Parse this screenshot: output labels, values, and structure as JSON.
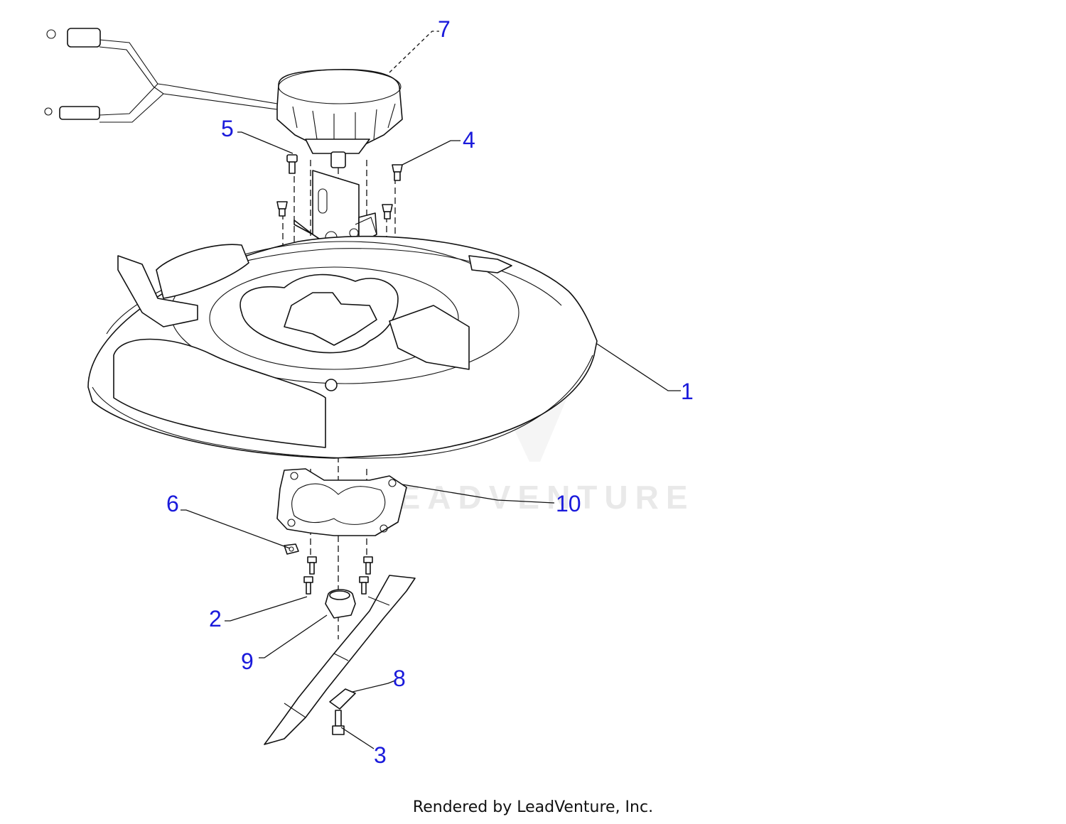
{
  "diagram": {
    "watermark": "LEADVENTURE",
    "callouts": [
      {
        "id": "1",
        "label": "1"
      },
      {
        "id": "2",
        "label": "2"
      },
      {
        "id": "3",
        "label": "3"
      },
      {
        "id": "4",
        "label": "4"
      },
      {
        "id": "5",
        "label": "5"
      },
      {
        "id": "6",
        "label": "6"
      },
      {
        "id": "7",
        "label": "7"
      },
      {
        "id": "8",
        "label": "8"
      },
      {
        "id": "9",
        "label": "9"
      },
      {
        "id": "10",
        "label": "10"
      }
    ],
    "colors": {
      "callout": "#1a1adb",
      "line": "#111111",
      "watermark": "#e9e9e9"
    }
  },
  "footer": {
    "text": "Rendered by LeadVenture, Inc."
  }
}
